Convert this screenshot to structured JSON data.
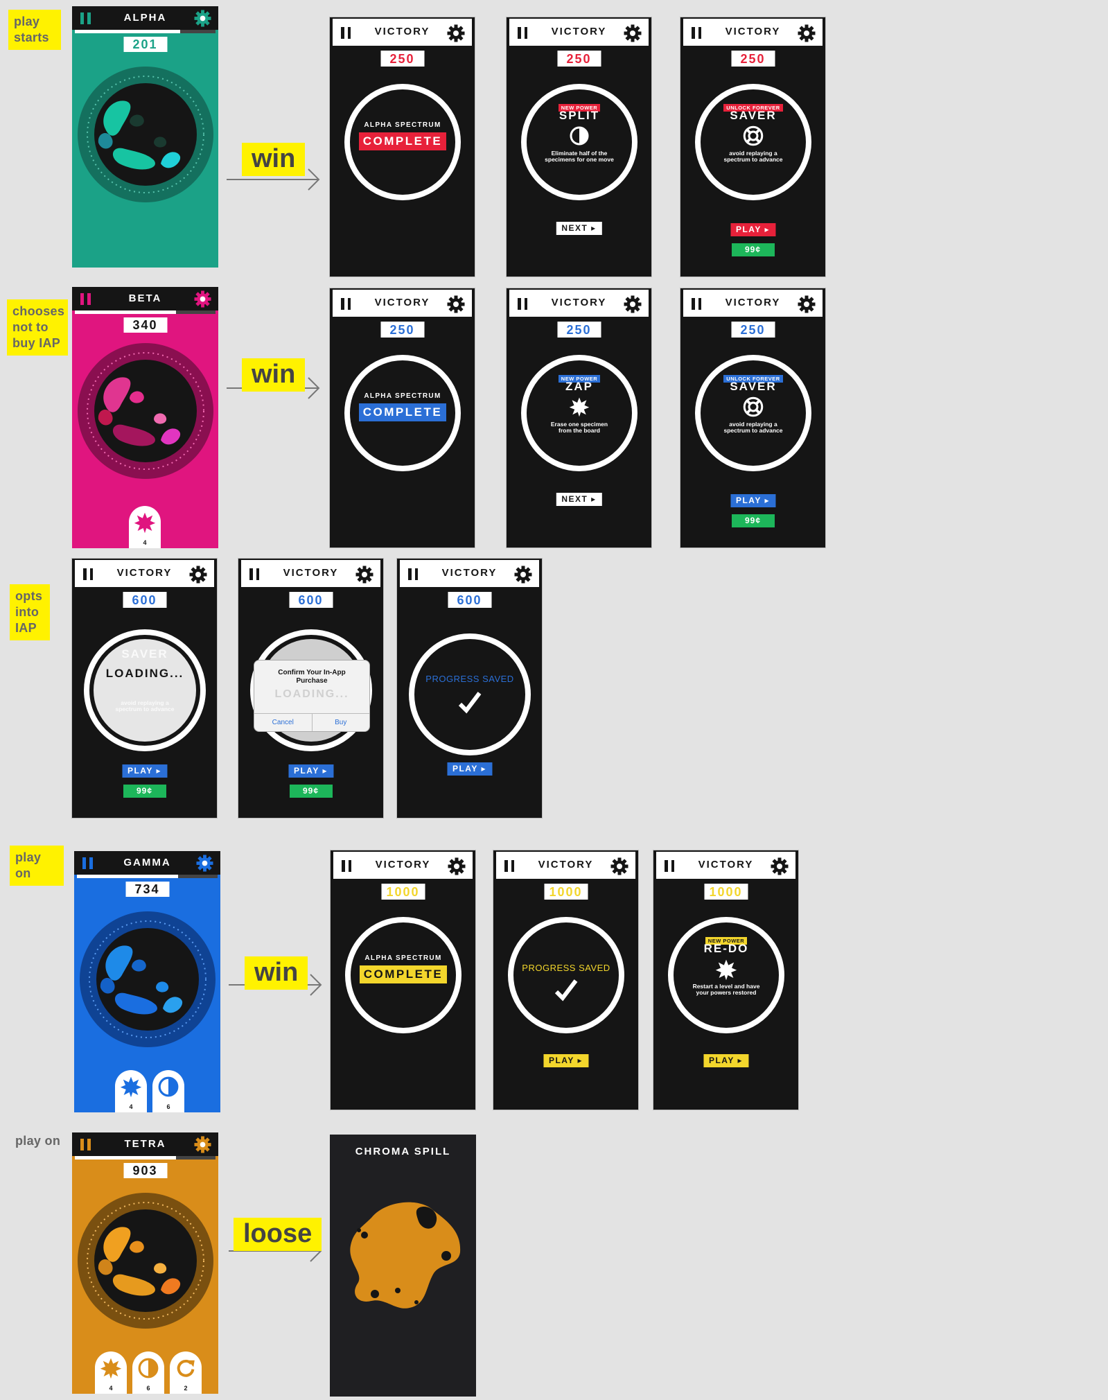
{
  "colors": {
    "alpha": "#1ba287",
    "beta": "#e0157f",
    "gamma": "#1a6ee0",
    "tetra": "#d98d1a",
    "red": "#e7213a",
    "blue": "#2b6fd6",
    "yellow": "#f3d62c",
    "green": "#1db65a",
    "dark": "#151515"
  },
  "notes": {
    "play_starts": "play starts",
    "chooses_not": "chooses not to buy IAP",
    "opts_into": "opts into IAP",
    "play_on_1": "play on",
    "play_on_2": "play on"
  },
  "arrows": {
    "win1": "win",
    "win2": "win",
    "win3": "win",
    "loose": "loose"
  },
  "games": {
    "alpha": {
      "title": "ALPHA",
      "score": "201",
      "progress": 0.75
    },
    "beta": {
      "title": "BETA",
      "score": "340",
      "progress": 0.72,
      "powers": [
        {
          "icon": "zap-icon",
          "count": "4"
        }
      ]
    },
    "gamma": {
      "title": "GAMMA",
      "score": "734",
      "progress": 0.72,
      "powers": [
        {
          "icon": "zap-icon",
          "count": "4"
        },
        {
          "icon": "split-icon",
          "count": "6"
        }
      ]
    },
    "tetra": {
      "title": "TETRA",
      "score": "903",
      "progress": 0.72,
      "powers": [
        {
          "icon": "zap-icon",
          "count": "4"
        },
        {
          "icon": "split-icon",
          "count": "6"
        },
        {
          "icon": "redo-icon",
          "count": "2"
        }
      ]
    }
  },
  "victory_title": "VICTORY",
  "row1": {
    "score": "250",
    "complete_sub": "ALPHA SPECTRUM",
    "complete": "COMPLETE",
    "power_tag": "NEW POWER",
    "power_name": "SPLIT",
    "power_desc": "Eliminate half of the specimens for one move",
    "next": "NEXT ▸",
    "unlock_tag": "UNLOCK FOREVER",
    "unlock_name": "SAVER",
    "unlock_desc": "avoid replaying a spectrum to advance",
    "play": "PLAY ▸",
    "price": "99¢"
  },
  "row2": {
    "score": "250",
    "complete_sub": "ALPHA SPECTRUM",
    "complete": "COMPLETE",
    "power_tag": "NEW POWER",
    "power_name": "ZAP",
    "power_desc": "Erase one specimen from the board",
    "next": "NEXT ▸",
    "unlock_tag": "UNLOCK FOREVER",
    "unlock_name": "SAVER",
    "unlock_desc": "avoid replaying a spectrum to advance",
    "play": "PLAY ▸",
    "price": "99¢"
  },
  "row3": {
    "score": "600",
    "loading": "LOADING...",
    "saver_ghost": "SAVER",
    "desc_ghost": "avoid replaying a spectrum to advance",
    "play": "PLAY ▸",
    "price": "99¢",
    "dialog_title": "Confirm Your In-App Purchase",
    "dialog_loading": "LOADING...",
    "cancel": "Cancel",
    "buy": "Buy",
    "saved": "PROGRESS SAVED"
  },
  "row4": {
    "score": "1000",
    "complete_sub": "ALPHA SPECTRUM",
    "complete": "COMPLETE",
    "saved": "PROGRESS SAVED",
    "play": "PLAY ▸",
    "power_tag": "NEW POWER",
    "power_name": "RE-DO",
    "power_desc": "Restart a level and have your powers restored"
  },
  "spill": {
    "title": "CHROMA SPILL"
  }
}
